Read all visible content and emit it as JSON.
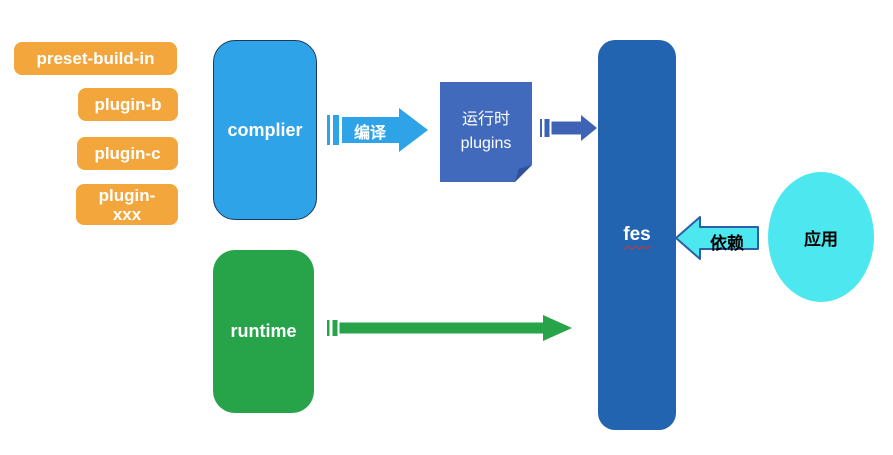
{
  "plugin_badges": [
    "preset-build-in",
    "plugin-b",
    "plugin-c",
    "plugin-xxx"
  ],
  "blocks": {
    "complier": "complier",
    "runtime": "runtime",
    "fes": "fes",
    "runtime_plugins": {
      "line1": "运行时",
      "line2": "plugins"
    },
    "app": "应用"
  },
  "arrow_labels": {
    "compile": "编译",
    "depends": "依赖"
  },
  "colors": {
    "badge_orange": "#F2A63B",
    "complier_blue": "#2EA3E8",
    "runtime_green": "#27A449",
    "fes_dark_blue": "#2264B0",
    "plugins_indigo": "#4169BC",
    "app_cyan": "#4DE8EF",
    "depends_border_blue": "#2D5FA6",
    "spellcheck_red": "#D93025"
  }
}
